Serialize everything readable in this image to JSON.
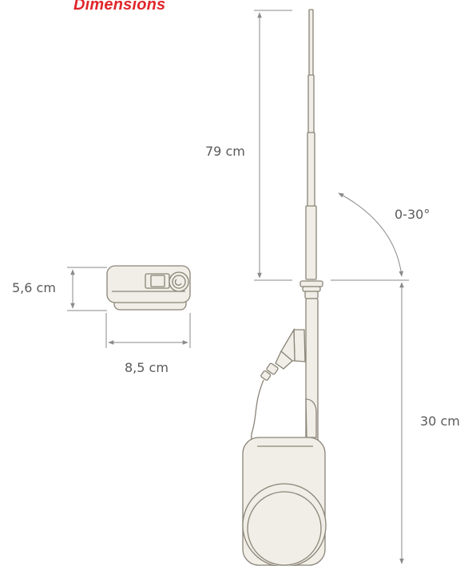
{
  "title": "Dimensions",
  "labels": {
    "mast_height": "79 cm",
    "tilt_angle": "0-30°",
    "base_height": "30 cm",
    "module_height": "5,6 cm",
    "module_width": "8,5 cm"
  },
  "colors": {
    "title": "#e0262b",
    "device_fill": "#f0eee6",
    "device_stroke": "#8a8478",
    "dimension_line": "#8a8a8a"
  }
}
